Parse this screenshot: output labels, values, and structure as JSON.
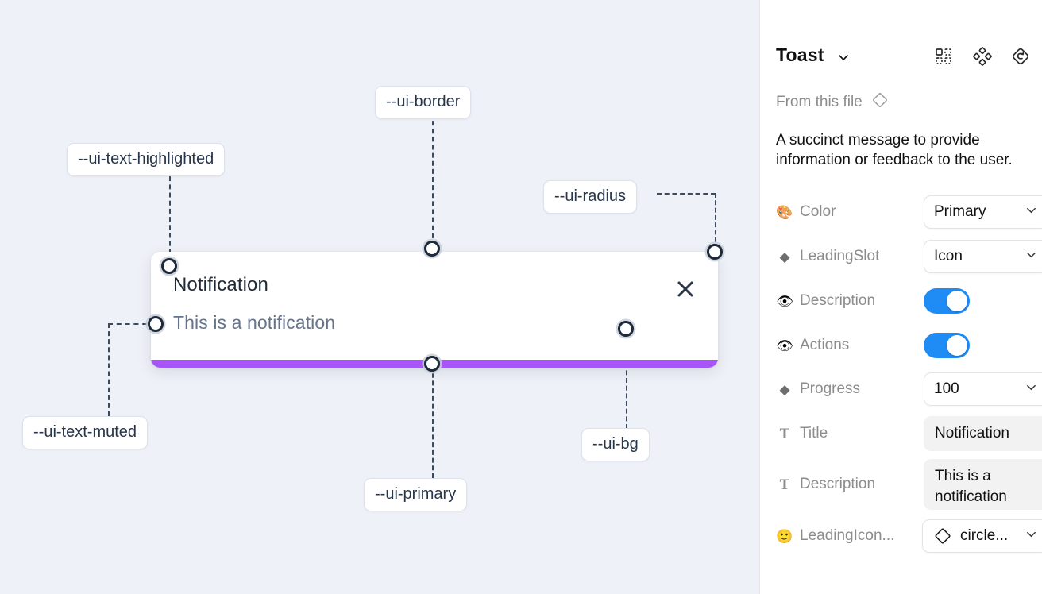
{
  "canvas": {
    "background_color": "#eef1f7",
    "toast": {
      "title": "Notification",
      "description": "This is a notification",
      "close_icon": "close-icon",
      "progress_color": "#a855f7",
      "background_color": "#ffffff"
    },
    "annotations": [
      {
        "name": "ui-text-highlighted",
        "label": "--ui-text-highlighted"
      },
      {
        "name": "ui-border",
        "label": "--ui-border"
      },
      {
        "name": "ui-radius",
        "label": "--ui-radius"
      },
      {
        "name": "ui-text-muted",
        "label": "--ui-text-muted"
      },
      {
        "name": "ui-primary",
        "label": "--ui-primary"
      },
      {
        "name": "ui-bg",
        "label": "--ui-bg"
      }
    ]
  },
  "panel": {
    "title": "Toast",
    "title_caret": "chevron-down-icon",
    "header_icons": [
      {
        "name": "variants-icon"
      },
      {
        "name": "properties-icon"
      },
      {
        "name": "reset-icon"
      }
    ],
    "from_file": {
      "label": "From this file",
      "icon": "diamond-icon"
    },
    "description": "A succinct message to provide information or feedback to the user.",
    "accent_color": "#1f8bf5",
    "properties": [
      {
        "icon": "palette-emoji",
        "icon_glyph": "🎨",
        "label": "Color",
        "control": "select",
        "value": "Primary"
      },
      {
        "icon": "diamond-filled-icon",
        "icon_glyph": "◆",
        "label": "LeadingSlot",
        "control": "select",
        "value": "Icon"
      },
      {
        "icon": "eye-emoji",
        "icon_glyph": "👁",
        "label": "Description",
        "control": "toggle",
        "value": "on"
      },
      {
        "icon": "eye-emoji",
        "icon_glyph": "👁",
        "label": "Actions",
        "control": "toggle",
        "value": "on"
      },
      {
        "icon": "diamond-filled-icon",
        "icon_glyph": "◆",
        "label": "Progress",
        "control": "select",
        "value": "100"
      },
      {
        "icon": "text-icon",
        "icon_glyph": "T",
        "label": "Title",
        "control": "text",
        "value": "Notification"
      },
      {
        "icon": "text-icon",
        "icon_glyph": "T",
        "label": "Description",
        "control": "text",
        "value": "This is a notification"
      },
      {
        "icon": "smiley-emoji",
        "icon_glyph": "🙂",
        "label": "LeadingIcon...",
        "control": "select-icon",
        "value": "circle..."
      }
    ]
  }
}
